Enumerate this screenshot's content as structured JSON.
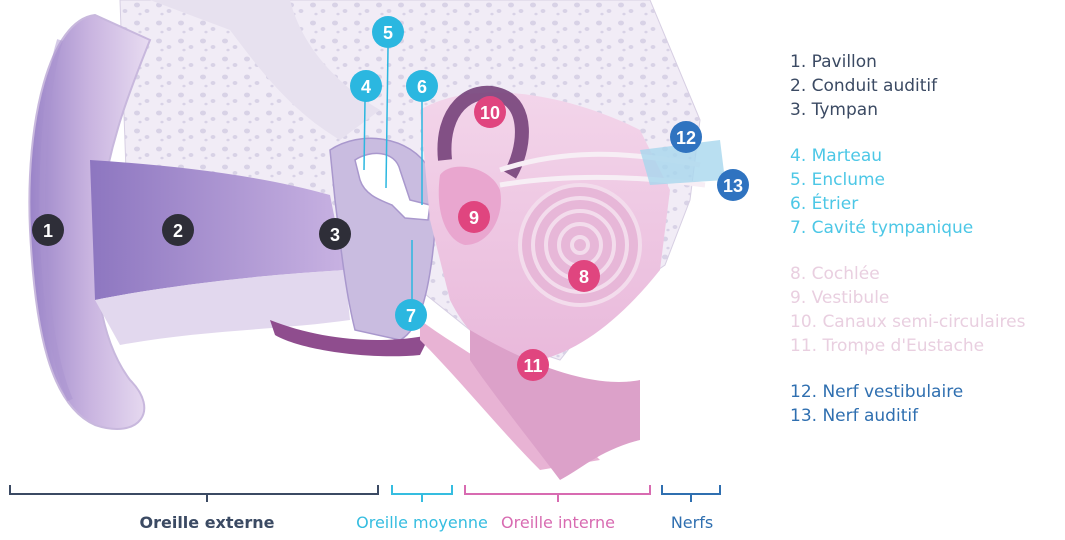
{
  "markers": [
    {
      "num": "1",
      "color": "#2e2e38"
    },
    {
      "num": "2",
      "color": "#2e2e38"
    },
    {
      "num": "3",
      "color": "#2e2e38"
    },
    {
      "num": "4",
      "color": "#2bb7e0"
    },
    {
      "num": "5",
      "color": "#2bb7e0"
    },
    {
      "num": "6",
      "color": "#2bb7e0"
    },
    {
      "num": "7",
      "color": "#2bb7e0"
    },
    {
      "num": "8",
      "color": "#e0457f"
    },
    {
      "num": "9",
      "color": "#e0457f"
    },
    {
      "num": "10",
      "color": "#e0457f"
    },
    {
      "num": "11",
      "color": "#e0457f"
    },
    {
      "num": "12",
      "color": "#2f73c0"
    },
    {
      "num": "13",
      "color": "#2f73c0"
    }
  ],
  "legend": {
    "outer": [
      "1. Pavillon",
      "2. Conduit auditif",
      "3. Tympan"
    ],
    "middle": [
      "4. Marteau",
      "5. Enclume",
      "6. Étrier",
      "7. Cavité tympanique"
    ],
    "inner": [
      "8. Cochlée",
      "9. Vestibule",
      "10. Canaux semi-circulaires",
      "11. Trompe d'Eustache"
    ],
    "nerves": [
      "12. Nerf vestibulaire",
      "13. Nerf auditif"
    ]
  },
  "sections": {
    "outer": "Oreille externe",
    "middle": "Oreille moyenne",
    "inner": "Oreille interne",
    "nerves": "Nerfs"
  },
  "colors": {
    "outer": "#3b4a63",
    "middle": "#35bde0",
    "inner": "#d86bb1",
    "nerves": "#2f6fb0",
    "tissue": "#d9c6e8",
    "canal": "#b79ad6"
  }
}
